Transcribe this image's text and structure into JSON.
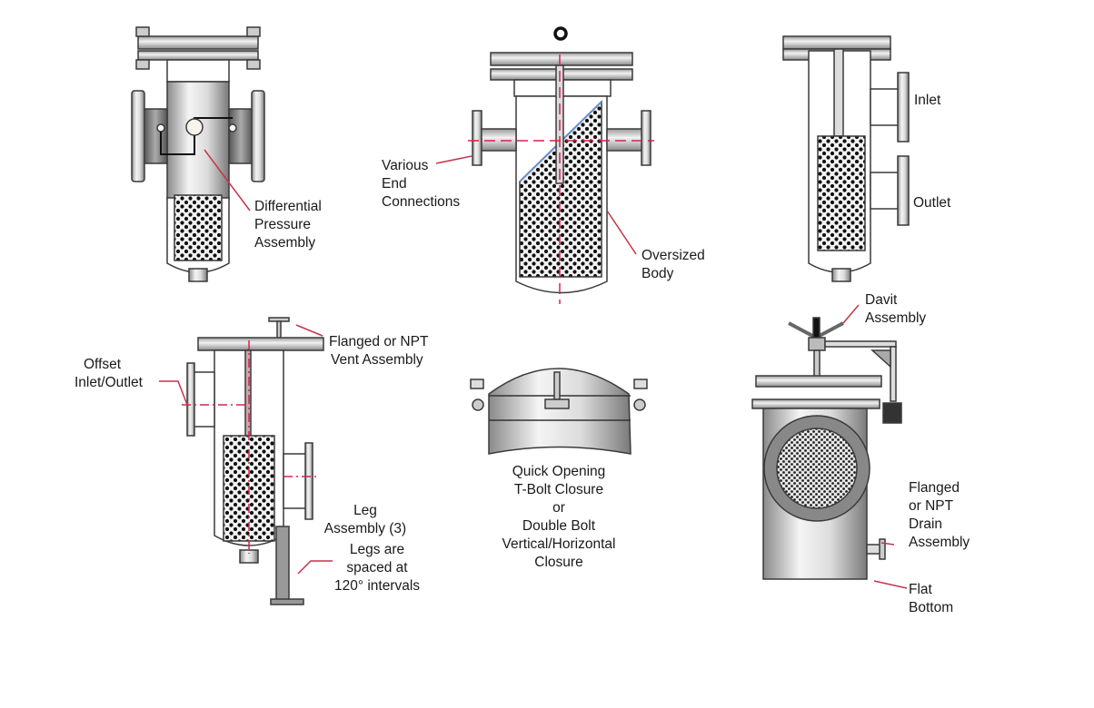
{
  "figure": {
    "colors": {
      "leader": "#c4344a",
      "centerline": "#d6224a",
      "outline": "#3a3a3a",
      "metal_light": "#f2f2f2",
      "metal_dark": "#6e6e6e",
      "perforation": "#111111"
    },
    "diagrams": [
      {
        "id": "basket-dp",
        "labels": [
          {
            "name": "differential-pressure-assembly",
            "lines": [
              "Differential",
              "Pressure",
              "Assembly"
            ]
          }
        ]
      },
      {
        "id": "basket-oversized",
        "labels": [
          {
            "name": "various-end-connections",
            "lines": [
              "Various",
              "End",
              "Connections"
            ]
          },
          {
            "name": "oversized-body",
            "lines": [
              "Oversized",
              "Body"
            ]
          }
        ]
      },
      {
        "id": "basket-side",
        "labels": [
          {
            "name": "inlet",
            "lines": [
              "Inlet"
            ]
          },
          {
            "name": "outlet",
            "lines": [
              "Outlet"
            ]
          }
        ]
      },
      {
        "id": "basket-offset",
        "labels": [
          {
            "name": "offset-inlet-outlet",
            "lines": [
              "Offset",
              "Inlet/Outlet"
            ]
          },
          {
            "name": "vent-assembly",
            "lines": [
              "Flanged or NPT",
              "Vent Assembly"
            ]
          },
          {
            "name": "leg-assembly",
            "lines": [
              "Leg",
              "Assembly (3)"
            ]
          },
          {
            "name": "legs-spacing",
            "lines": [
              "Legs are",
              "spaced at",
              "120° intervals"
            ]
          }
        ]
      },
      {
        "id": "closure",
        "labels": [
          {
            "name": "closure-caption",
            "lines": [
              "Quick Opening",
              "T-Bolt Closure",
              "or",
              "Double Bolt",
              "Vertical/Horizontal",
              "Closure"
            ]
          }
        ]
      },
      {
        "id": "davit",
        "labels": [
          {
            "name": "davit-assembly",
            "lines": [
              "Davit",
              "Assembly"
            ]
          },
          {
            "name": "drain-assembly",
            "lines": [
              "Flanged",
              "or NPT",
              "Drain",
              "Assembly"
            ]
          },
          {
            "name": "flat-bottom",
            "lines": [
              "Flat",
              "Bottom"
            ]
          }
        ]
      }
    ]
  }
}
